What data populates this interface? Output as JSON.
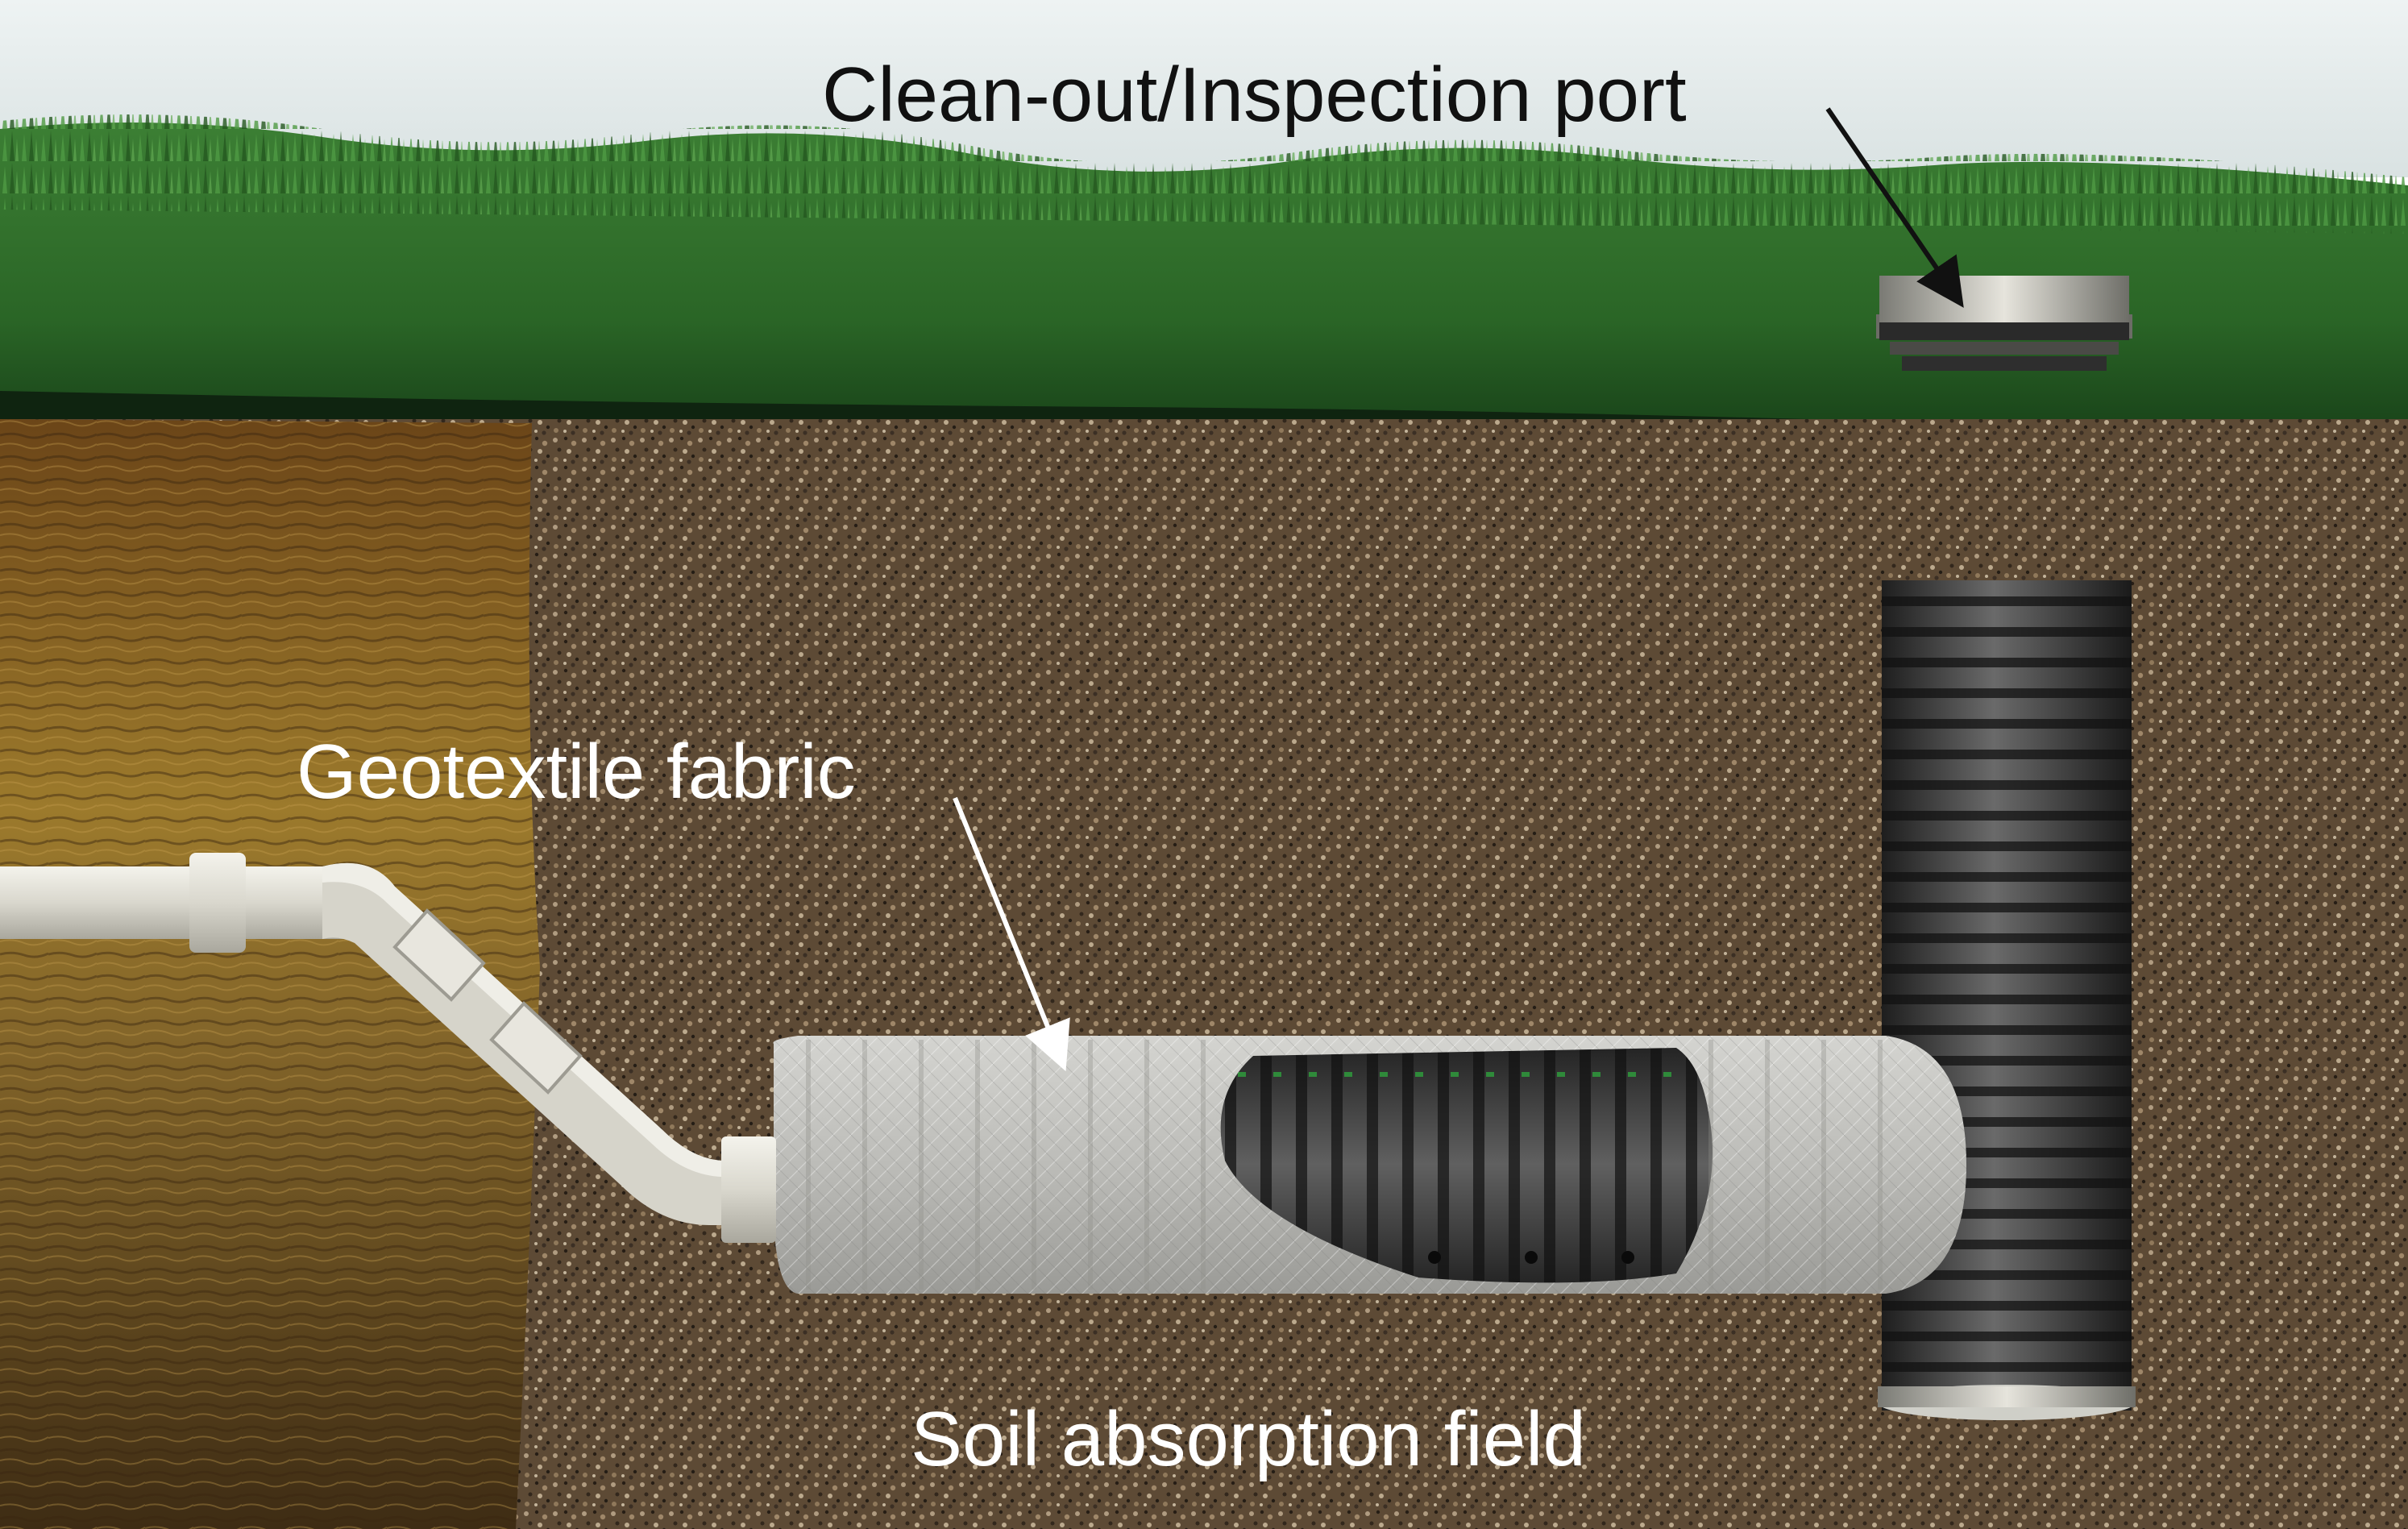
{
  "labels": {
    "cleanout_port": "Clean-out/Inspection port",
    "geotextile_fabric": "Geotextile fabric",
    "soil_absorption_field": "Soil absorption field"
  },
  "colors": {
    "sky": "#e4eaea",
    "grass": "#2e6e2a",
    "grass_dark": "#1c4a1c",
    "native_soil": "#7a5520",
    "native_soil_light": "#9a7430",
    "gravel": "#6e5a42",
    "pvc_pipe": "#d8d6cc",
    "geotextile": "#c0c0bc",
    "corrugated_pipe": "#3a3a3a",
    "label_dark": "#111111",
    "label_light": "#ffffff"
  }
}
